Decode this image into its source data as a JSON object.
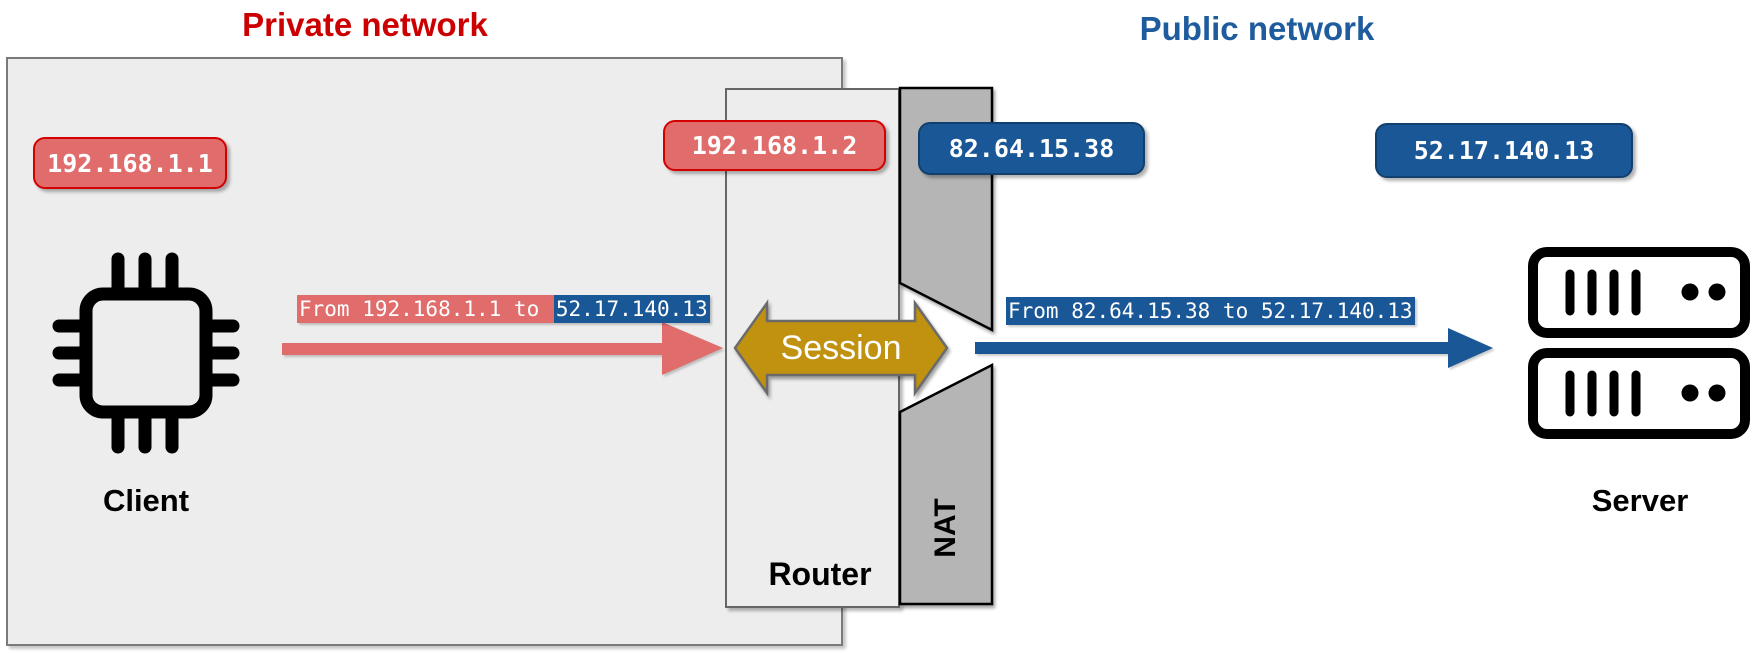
{
  "zones": {
    "private": {
      "title": "Private network"
    },
    "public": {
      "title": "Public network"
    }
  },
  "nodes": {
    "client": {
      "label": "Client",
      "ip": "192.168.1.1"
    },
    "router": {
      "label": "Router",
      "lan_ip": "192.168.1.2"
    },
    "nat": {
      "label": "NAT",
      "wan_ip": "82.64.15.38"
    },
    "server": {
      "label": "Server",
      "ip": "52.17.140.13"
    }
  },
  "session": {
    "label": "Session"
  },
  "flows": {
    "private_side": {
      "prefix": "From 192.168.1.1 to ",
      "highlight": "52.17.140.13"
    },
    "public_side": {
      "text": "From 82.64.15.38 to 52.17.140.13"
    }
  },
  "colors": {
    "red_accent": "#cc0000",
    "blue_accent": "#1e5c9e",
    "badge_red_fill": "#e06c6c",
    "badge_red_border": "#d40000",
    "badge_blue_fill": "#1a5796",
    "badge_blue_border": "#11406e",
    "arrow_pink": "#e06c6c",
    "arrow_blue": "#1a5796",
    "gold_fill": "#c09210",
    "gold_border": "#6b6b6b",
    "box_fill": "#ededed",
    "box_border": "#7a7a7a",
    "router_border": "#666666",
    "nat_fill": "#b5b5b5"
  }
}
